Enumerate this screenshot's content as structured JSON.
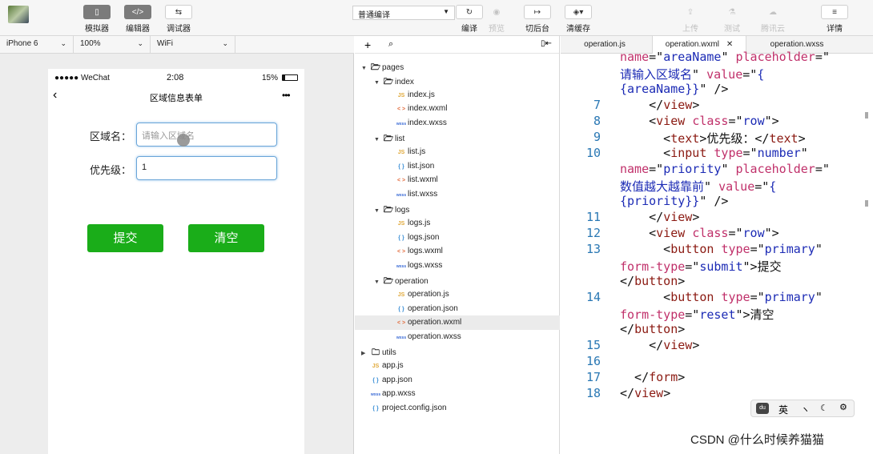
{
  "toolbar": {
    "simulator": "模拟器",
    "editor": "编辑器",
    "debugger": "调试器",
    "compile_mode": "普通编译",
    "compile": "编译",
    "preview": "预览",
    "switch_bg": "切后台",
    "clear_cache": "清缓存",
    "upload": "上传",
    "test": "测试",
    "tencent_cloud": "腾讯云",
    "details": "详情"
  },
  "device": {
    "model": "iPhone 6",
    "zoom": "100%",
    "network": "WiFi"
  },
  "phone": {
    "carrier": "●●●●● WeChat",
    "time": "2:08",
    "battery": "15%",
    "title": "区域信息表单",
    "area_label": "区域名：",
    "area_placeholder": "请输入区域名",
    "priority_label": "优先级：",
    "priority_value": "1",
    "submit": "提交",
    "reset": "清空"
  },
  "tree": [
    {
      "label": "pages",
      "kind": "folder",
      "level": 0
    },
    {
      "label": "index",
      "kind": "folder",
      "level": 1
    },
    {
      "label": "index.js",
      "kind": "js",
      "level": 2
    },
    {
      "label": "index.wxml",
      "kind": "wxml",
      "level": 2
    },
    {
      "label": "index.wxss",
      "kind": "wxss",
      "level": 2
    },
    {
      "label": "list",
      "kind": "folder",
      "level": 1
    },
    {
      "label": "list.js",
      "kind": "js",
      "level": 2
    },
    {
      "label": "list.json",
      "kind": "json",
      "level": 2
    },
    {
      "label": "list.wxml",
      "kind": "wxml",
      "level": 2
    },
    {
      "label": "list.wxss",
      "kind": "wxss",
      "level": 2
    },
    {
      "label": "logs",
      "kind": "folder",
      "level": 1
    },
    {
      "label": "logs.js",
      "kind": "js",
      "level": 2
    },
    {
      "label": "logs.json",
      "kind": "json",
      "level": 2
    },
    {
      "label": "logs.wxml",
      "kind": "wxml",
      "level": 2
    },
    {
      "label": "logs.wxss",
      "kind": "wxss",
      "level": 2
    },
    {
      "label": "operation",
      "kind": "folder",
      "level": 1
    },
    {
      "label": "operation.js",
      "kind": "js",
      "level": 2
    },
    {
      "label": "operation.json",
      "kind": "json",
      "level": 2
    },
    {
      "label": "operation.wxml",
      "kind": "wxml",
      "level": 2
    },
    {
      "label": "operation.wxss",
      "kind": "wxss",
      "level": 2
    },
    {
      "label": "utils",
      "kind": "folder-closed",
      "level": 0
    },
    {
      "label": "app.js",
      "kind": "js",
      "level": 0
    },
    {
      "label": "app.json",
      "kind": "json",
      "level": 0
    },
    {
      "label": "app.wxss",
      "kind": "wxss",
      "level": 0
    },
    {
      "label": "project.config.json",
      "kind": "json",
      "level": 0
    }
  ],
  "icons": {
    "js": "JS",
    "json": "{ }",
    "wxml": "< >",
    "wxss": "wxss"
  },
  "tabs": [
    "operation.js",
    "operation.wxml",
    "operation.wxss"
  ],
  "code": [
    {
      "n": "",
      "tokens": [
        [
          "a",
          "name"
        ],
        [
          "p",
          "=\""
        ],
        [
          "s",
          "areaName"
        ],
        [
          "p",
          "\" "
        ],
        [
          "a",
          "placeholder"
        ],
        [
          "p",
          "=\""
        ]
      ]
    },
    {
      "n": "",
      "tokens": [
        [
          "s",
          "请输入区域名"
        ],
        [
          "p",
          "\" "
        ],
        [
          "a",
          "value"
        ],
        [
          "p",
          "=\""
        ],
        [
          "s",
          "{"
        ]
      ]
    },
    {
      "n": "",
      "tokens": [
        [
          "s",
          "{areaName}}"
        ],
        [
          "p",
          "\" />"
        ]
      ]
    },
    {
      "n": "7",
      "tokens": [
        [
          "p",
          "    </"
        ],
        [
          "t",
          "view"
        ],
        [
          "p",
          ">"
        ]
      ]
    },
    {
      "n": "8",
      "tokens": [
        [
          "p",
          "    <"
        ],
        [
          "t",
          "view"
        ],
        [
          "p",
          " "
        ],
        [
          "a",
          "class"
        ],
        [
          "p",
          "=\""
        ],
        [
          "s",
          "row"
        ],
        [
          "p",
          "\">"
        ]
      ]
    },
    {
      "n": "9",
      "tokens": [
        [
          "p",
          "      <"
        ],
        [
          "t",
          "text"
        ],
        [
          "p",
          ">优先级：</"
        ],
        [
          "t",
          "text"
        ],
        [
          "p",
          ">"
        ]
      ]
    },
    {
      "n": "10",
      "tokens": [
        [
          "p",
          "      <"
        ],
        [
          "t",
          "input"
        ],
        [
          "p",
          " "
        ],
        [
          "a",
          "type"
        ],
        [
          "p",
          "=\""
        ],
        [
          "s",
          "number"
        ],
        [
          "p",
          "\""
        ]
      ]
    },
    {
      "n": "",
      "tokens": [
        [
          "a",
          "name"
        ],
        [
          "p",
          "=\""
        ],
        [
          "s",
          "priority"
        ],
        [
          "p",
          "\" "
        ],
        [
          "a",
          "placeholder"
        ],
        [
          "p",
          "=\""
        ]
      ]
    },
    {
      "n": "",
      "tokens": [
        [
          "s",
          "数值越大越靠前"
        ],
        [
          "p",
          "\" "
        ],
        [
          "a",
          "value"
        ],
        [
          "p",
          "=\""
        ],
        [
          "s",
          "{"
        ]
      ]
    },
    {
      "n": "",
      "tokens": [
        [
          "s",
          "{priority}}"
        ],
        [
          "p",
          "\" />"
        ]
      ]
    },
    {
      "n": "11",
      "tokens": [
        [
          "p",
          "    </"
        ],
        [
          "t",
          "view"
        ],
        [
          "p",
          ">"
        ]
      ]
    },
    {
      "n": "12",
      "tokens": [
        [
          "p",
          "    <"
        ],
        [
          "t",
          "view"
        ],
        [
          "p",
          " "
        ],
        [
          "a",
          "class"
        ],
        [
          "p",
          "=\""
        ],
        [
          "s",
          "row"
        ],
        [
          "p",
          "\">"
        ]
      ]
    },
    {
      "n": "13",
      "tokens": [
        [
          "p",
          "      <"
        ],
        [
          "t",
          "button"
        ],
        [
          "p",
          " "
        ],
        [
          "a",
          "type"
        ],
        [
          "p",
          "=\""
        ],
        [
          "s",
          "primary"
        ],
        [
          "p",
          "\""
        ]
      ]
    },
    {
      "n": "",
      "tokens": [
        [
          "a",
          "form-type"
        ],
        [
          "p",
          "=\""
        ],
        [
          "s",
          "submit"
        ],
        [
          "p",
          "\">提交"
        ]
      ]
    },
    {
      "n": "",
      "tokens": [
        [
          "p",
          "</"
        ],
        [
          "t",
          "button"
        ],
        [
          "p",
          ">"
        ]
      ]
    },
    {
      "n": "14",
      "tokens": [
        [
          "p",
          "      <"
        ],
        [
          "t",
          "button"
        ],
        [
          "p",
          " "
        ],
        [
          "a",
          "type"
        ],
        [
          "p",
          "=\""
        ],
        [
          "s",
          "primary"
        ],
        [
          "p",
          "\""
        ]
      ]
    },
    {
      "n": "",
      "tokens": [
        [
          "a",
          "form-type"
        ],
        [
          "p",
          "=\""
        ],
        [
          "s",
          "reset"
        ],
        [
          "p",
          "\">清空"
        ]
      ]
    },
    {
      "n": "",
      "tokens": [
        [
          "p",
          "</"
        ],
        [
          "t",
          "button"
        ],
        [
          "p",
          ">"
        ]
      ]
    },
    {
      "n": "15",
      "tokens": [
        [
          "p",
          "    </"
        ],
        [
          "t",
          "view"
        ],
        [
          "p",
          ">"
        ]
      ]
    },
    {
      "n": "16",
      "tokens": []
    },
    {
      "n": "17",
      "tokens": [
        [
          "p",
          "  </"
        ],
        [
          "t",
          "form"
        ],
        [
          "p",
          ">"
        ]
      ]
    },
    {
      "n": "18",
      "tokens": [
        [
          "p",
          "</"
        ],
        [
          "t",
          "view"
        ],
        [
          "p",
          ">"
        ]
      ]
    }
  ],
  "ime": {
    "lang": "英"
  },
  "watermark": "CSDN @什么时候养猫猫"
}
